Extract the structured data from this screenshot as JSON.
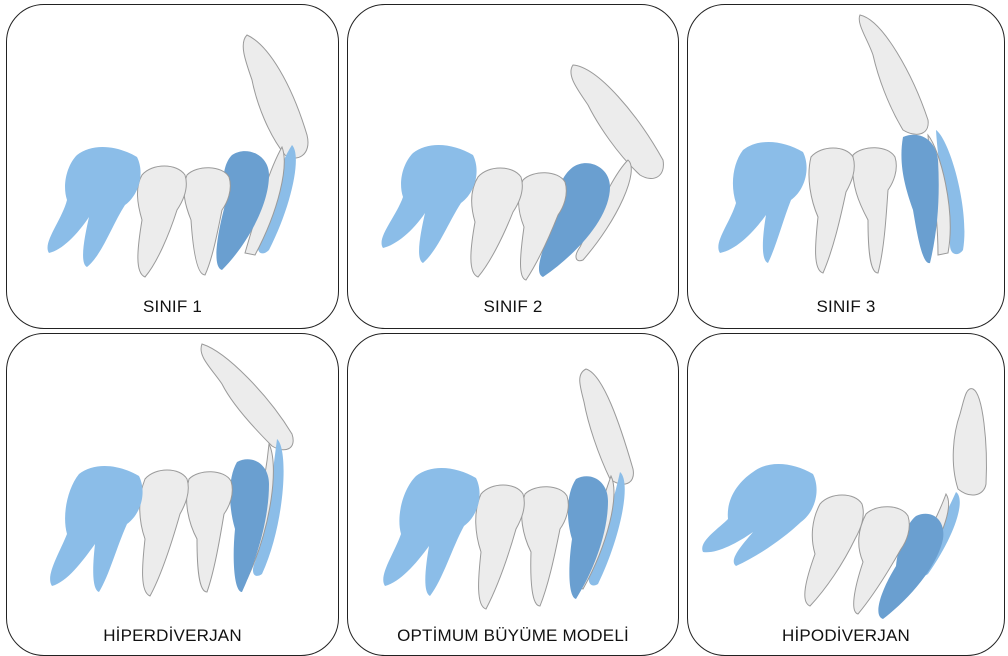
{
  "panels": [
    {
      "label": "SINIF 1"
    },
    {
      "label": "SINIF 2"
    },
    {
      "label": "SINIF 3"
    },
    {
      "label": "HİPERDİVERJAN"
    },
    {
      "label": "OPTİMUM BÜYÜME MODELİ"
    },
    {
      "label": "HİPODİVERJAN"
    }
  ],
  "colors": {
    "molar": "#8bbde8",
    "molar_shade": "#6a9fd0",
    "premolar": "#ececec",
    "premolar_shade": "#cfcfcf",
    "outline": "#9a9a9a",
    "border": "#222222"
  }
}
